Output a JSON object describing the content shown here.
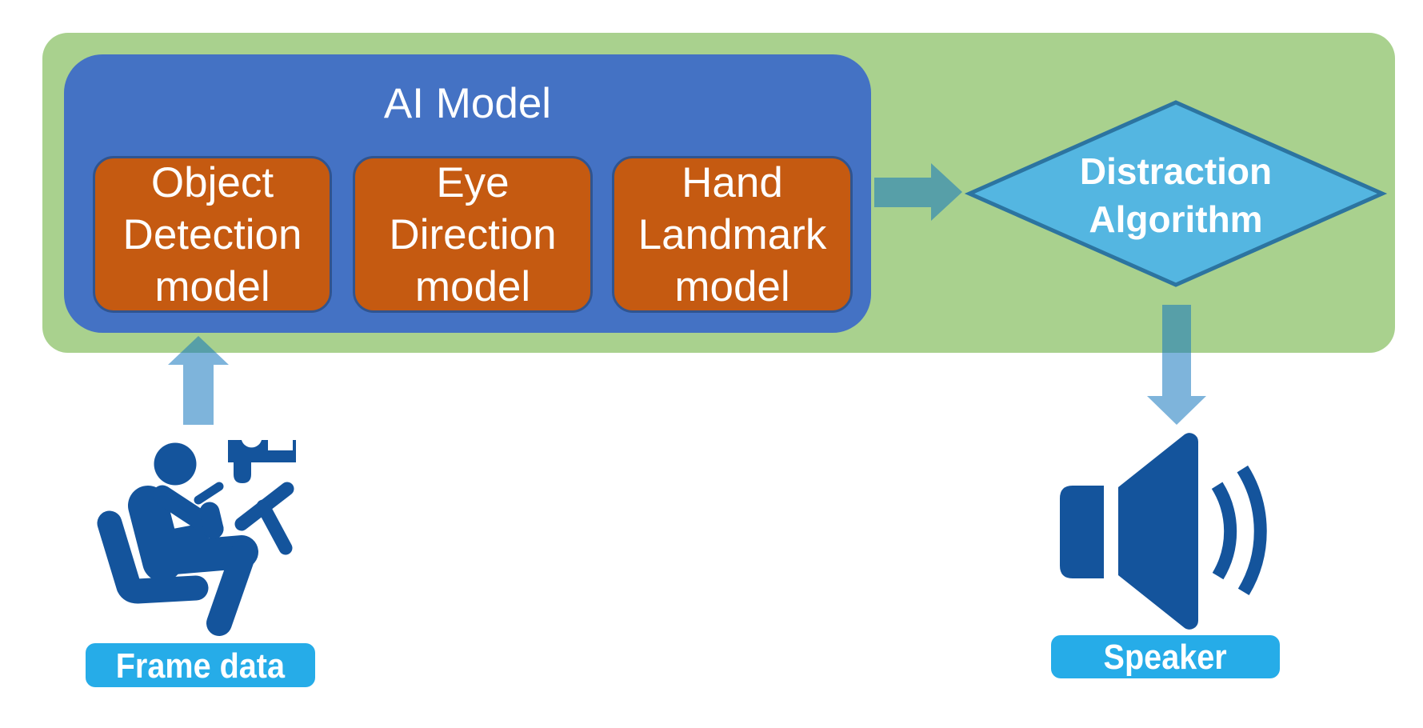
{
  "diagram": {
    "ai_model": {
      "title": "AI Model",
      "children": [
        {
          "label": "Object Detection model"
        },
        {
          "label": "Eye Direction model"
        },
        {
          "label": "Hand Landmark model"
        }
      ]
    },
    "decision": {
      "label": "Distraction Algorithm"
    },
    "input": {
      "label": "Frame data"
    },
    "output": {
      "label": "Speaker"
    },
    "icons": {
      "driver": "distracted-driver-icon",
      "speaker": "speaker-icon"
    }
  },
  "palette": {
    "green": "#a9d18e",
    "blue": "#4472c4",
    "orange": "#c55a11",
    "orange_border": "#30548f",
    "diamond_fill": "#54b6e1",
    "diamond_stroke": "#2c74a0",
    "cyan": "#26ace8",
    "icon_blue": "#14549c",
    "arrow_fill": "rgba(20,118,190,0.55)",
    "text_light": "#ffffff"
  }
}
